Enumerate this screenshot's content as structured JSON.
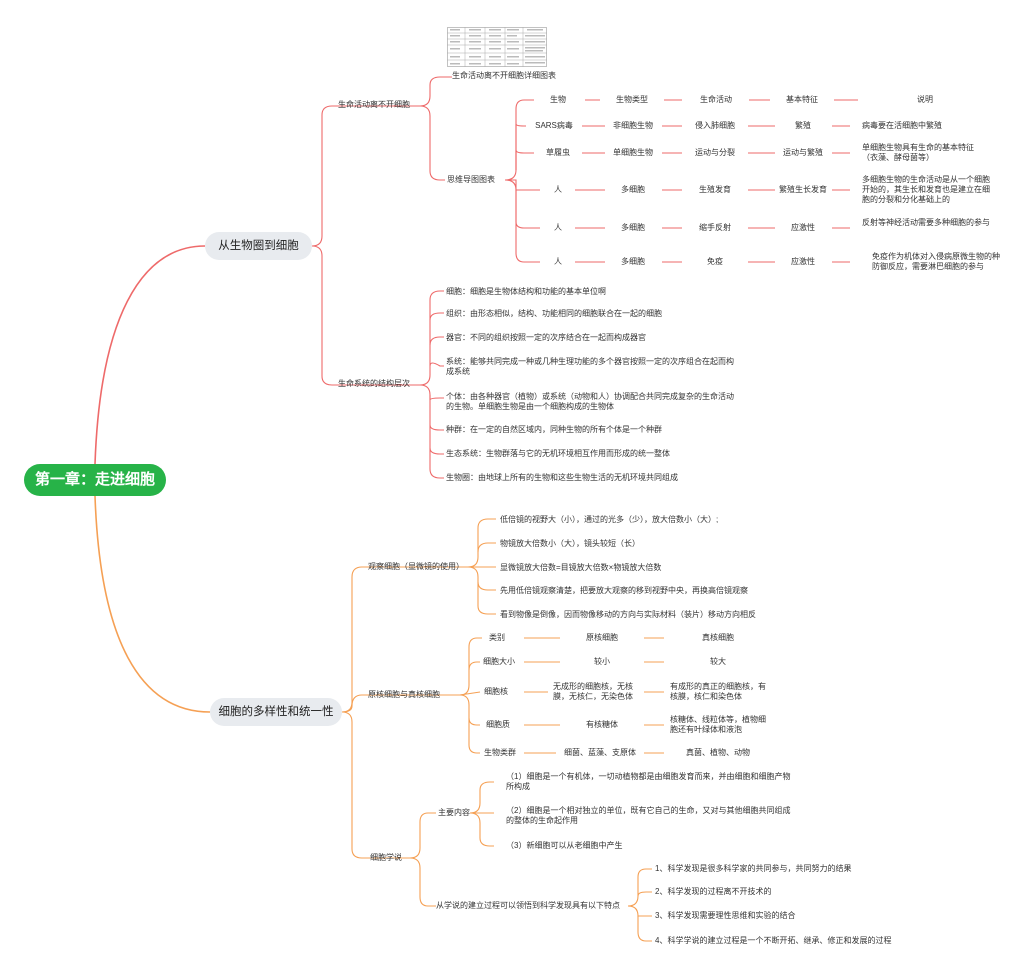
{
  "colors": {
    "red": "#ee6a6a",
    "orange": "#f5a054",
    "root_green": "#27b348"
  },
  "root": {
    "label": "第一章：走进细胞"
  },
  "b1": {
    "label": "从生物圈到细胞",
    "sub1": {
      "label": "生命活动离不开细胞",
      "thumb_caption": "生命活动离不开细胞详细图表",
      "mind_label": "思维导图图表",
      "table": [
        [
          "生物",
          "生物类型",
          "生命活动",
          "基本特征",
          "说明"
        ],
        [
          "SARS病毒",
          "非细胞生物",
          "侵入肺细胞",
          "繁殖",
          "病毒要在活细胞中繁殖"
        ],
        [
          "草履虫",
          "单细胞生物",
          "运动与分裂",
          "运动与繁殖",
          "单细胞生物具有生命的基本特征（衣藻、酵母菌等）"
        ],
        [
          "人",
          "多细胞",
          "生殖发育",
          "繁殖生长发育",
          "多细胞生物的生命活动是从一个细胞开始的，其生长和发育也是建立在细胞的分裂和分化基础上的"
        ],
        [
          "人",
          "多细胞",
          "缩手反射",
          "应激性",
          "反射等神经活动需要多种细胞的参与"
        ],
        [
          "人",
          "多细胞",
          "免疫",
          "应激性",
          "免疫作为机体对入侵病原微生物的种防御反应，需要淋巴细胞的参与"
        ]
      ]
    },
    "sub2": {
      "label": "生命系统的结构层次",
      "items": [
        "细胞：细胞是生物体结构和功能的基本单位啊",
        "组织：由形态相似，结构、功能相同的细胞联合在一起的细胞",
        "器官：不同的组织按照一定的次序结合在一起而构成器官",
        "系统：能够共同完成一种或几种生理功能的多个器官按照一定的次序组合在起而构成系统",
        "个体：由各种器官（植物）或系统（动物和人）协调配合共同完成复杂的生命活动的生物。单细胞生物是由一个细胞构成的生物体",
        "种群：在一定的自然区域内，同种生物的所有个体是一个种群",
        "生态系统：生物群落与它的无机环境相互作用而形成的统一整体",
        "生物圈：由地球上所有的生物和这些生物生活的无机环境共同组成"
      ]
    }
  },
  "b2": {
    "label": "细胞的多样性和统一性",
    "obs": {
      "label": "观察细胞（显微镜的使用）",
      "items": [
        "低倍镜的视野大（小），通过的光多（少），放大倍数小（大）;",
        "物镜放大倍数小（大），镜头较短（长）",
        "显微镜放大倍数=目镜放大倍数×物镜放大倍数",
        "先用低倍镜观察清楚，把要放大观察的移到视野中央，再换高倍镜观察",
        "看到物像是倒像，因而物像移动的方向与实际材料（装片）移动方向相反"
      ]
    },
    "cmp": {
      "label": "原核细胞与真核细胞",
      "rows": [
        [
          "类别",
          "原核细胞",
          "真核细胞"
        ],
        [
          "细胞大小",
          "较小",
          "较大"
        ],
        [
          "细胞核",
          "无成形的细胞核，无核膜，无核仁，无染色体",
          "有成形的真正的细胞核，有核膜，核仁和染色体"
        ],
        [
          "细胞质",
          "有核糖体",
          "核糖体、线粒体等，植物细胞还有叶绿体和液泡"
        ],
        [
          "生物类群",
          "细菌、蓝藻、支原体",
          "真菌、植物、动物"
        ]
      ]
    },
    "theory": {
      "label": "细胞学说",
      "main": {
        "label": "主要内容",
        "items": [
          "（1）细胞是一个有机体，一切动植物都是由细胞发育而来，并由细胞和细胞产物所构成",
          "（2）细胞是一个相对独立的单位，既有它自己的生命，又对与其他细胞共同组成的整体的生命起作用",
          "（3）新细胞可以从老细胞中产生"
        ]
      },
      "found": {
        "label": "从学说的建立过程可以领悟到科学发现具有以下特点",
        "items": [
          "1、科学发现是很多科学家的共同参与，共同努力的结果",
          "2、科学发现的过程离不开技术的",
          "3、科学发现需要理性思维和实验的结合",
          "4、科学学说的建立过程是一个不断开拓、继承、修正和发展的过程"
        ]
      }
    }
  }
}
